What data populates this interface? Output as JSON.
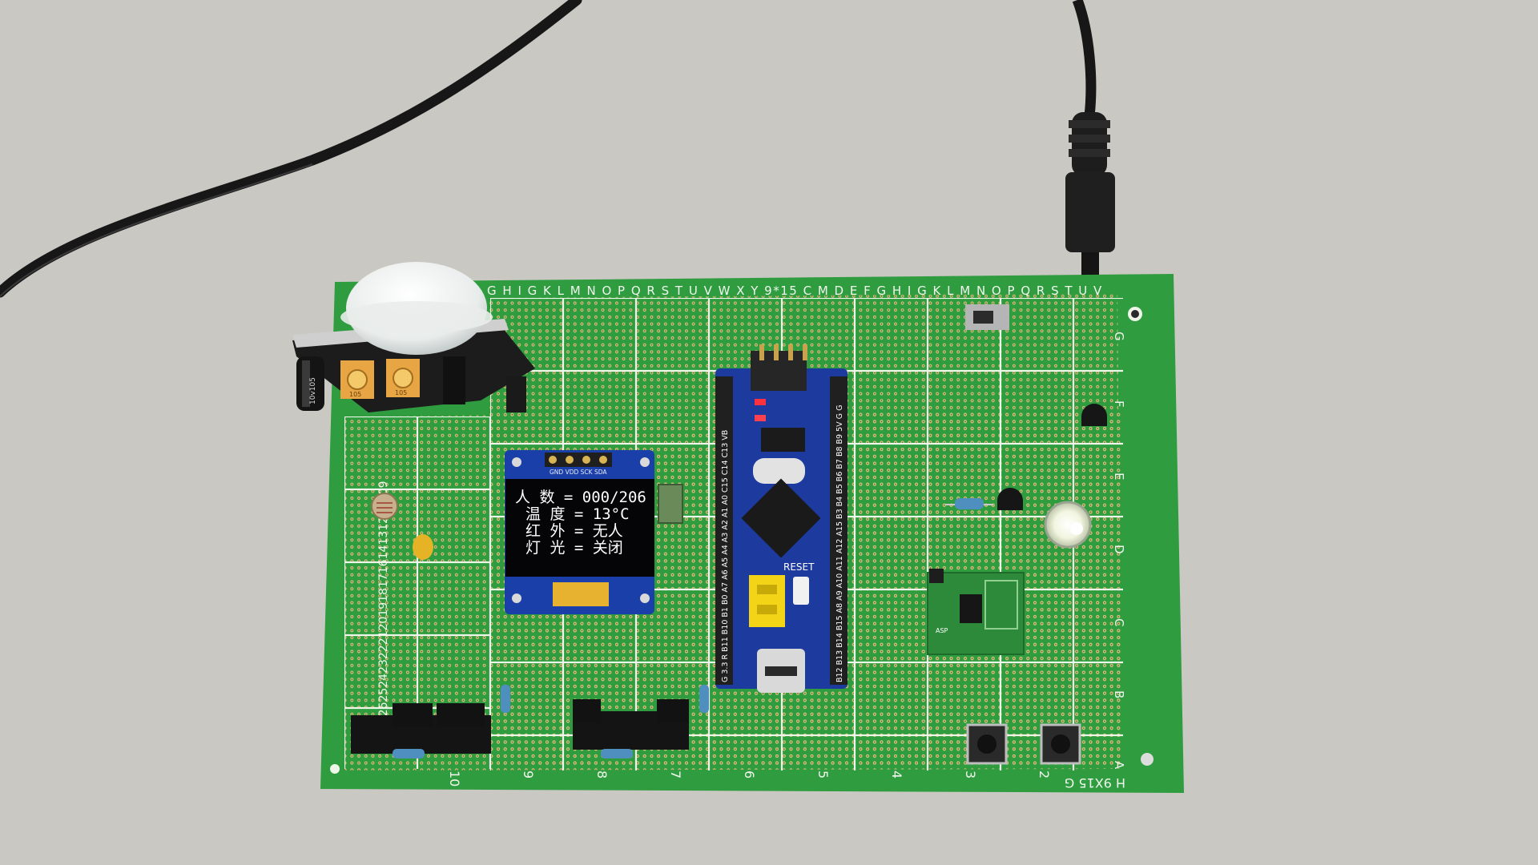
{
  "board": {
    "top_labels": "G H I  G K L M N O P Q R S T U V W X Y 9*15 C M D E F G H I  G K L M N O P Q R S T U V",
    "right_labels": [
      "G",
      "F",
      "E",
      "D",
      "C",
      "B",
      "A"
    ],
    "bottom_labels": [
      "10",
      "9",
      "8",
      "7",
      "6",
      "5",
      "4",
      "3",
      "2"
    ],
    "left_labels": "2827262524232221201918171614131211109",
    "size_label": "H 9X15 G",
    "colors": {
      "pcb": "#2e9a3e",
      "pcb_dark": "#247d32",
      "grid": "#e9f2e4"
    }
  },
  "oled": {
    "header_pins": "GND VDD SCK SDA",
    "lines": [
      "人 数 = 000/206",
      "温 度 = 13°C",
      "红 外 = 无人",
      "灯 光 = 关闭"
    ]
  },
  "mcu": {
    "reset_label": "RESET",
    "left_pins": "G 3.3 R B11 B10 B1 B0 A7 A6 A5 A4 A3 A2 A1 A0 C15 C14 C13 VB",
    "right_pins": "B12 B13 B14 B15 A8 A9 A10 A11 A12 A15 B3 B4 B5 B6 B7 B8 B9 5V G G"
  },
  "pir": {
    "cap_label": "10v105",
    "pot_labels": [
      "105",
      "105"
    ]
  },
  "wireless": {
    "label": "ASP"
  }
}
